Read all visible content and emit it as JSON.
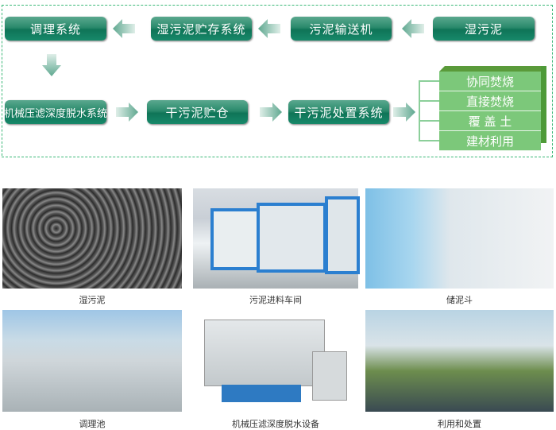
{
  "flow": {
    "row1": [
      "调理系统",
      "湿污泥贮存系统",
      "污泥输送机",
      "湿污泥"
    ],
    "row2": [
      "机械压滤深度脱水系统",
      "干污泥贮仓",
      "干污泥处置系统"
    ],
    "outcomes": [
      "协同焚烧",
      "直接焚烧",
      "覆 盖 土",
      "建材利用"
    ]
  },
  "photos": [
    "湿污泥",
    "污泥进料车间",
    "储泥斗",
    "调理池",
    "机械压滤深度脱水设备",
    "利用和处置"
  ],
  "colors": {
    "box": "#17896a",
    "stack": "#7cc87a",
    "border": "#3cb878"
  }
}
